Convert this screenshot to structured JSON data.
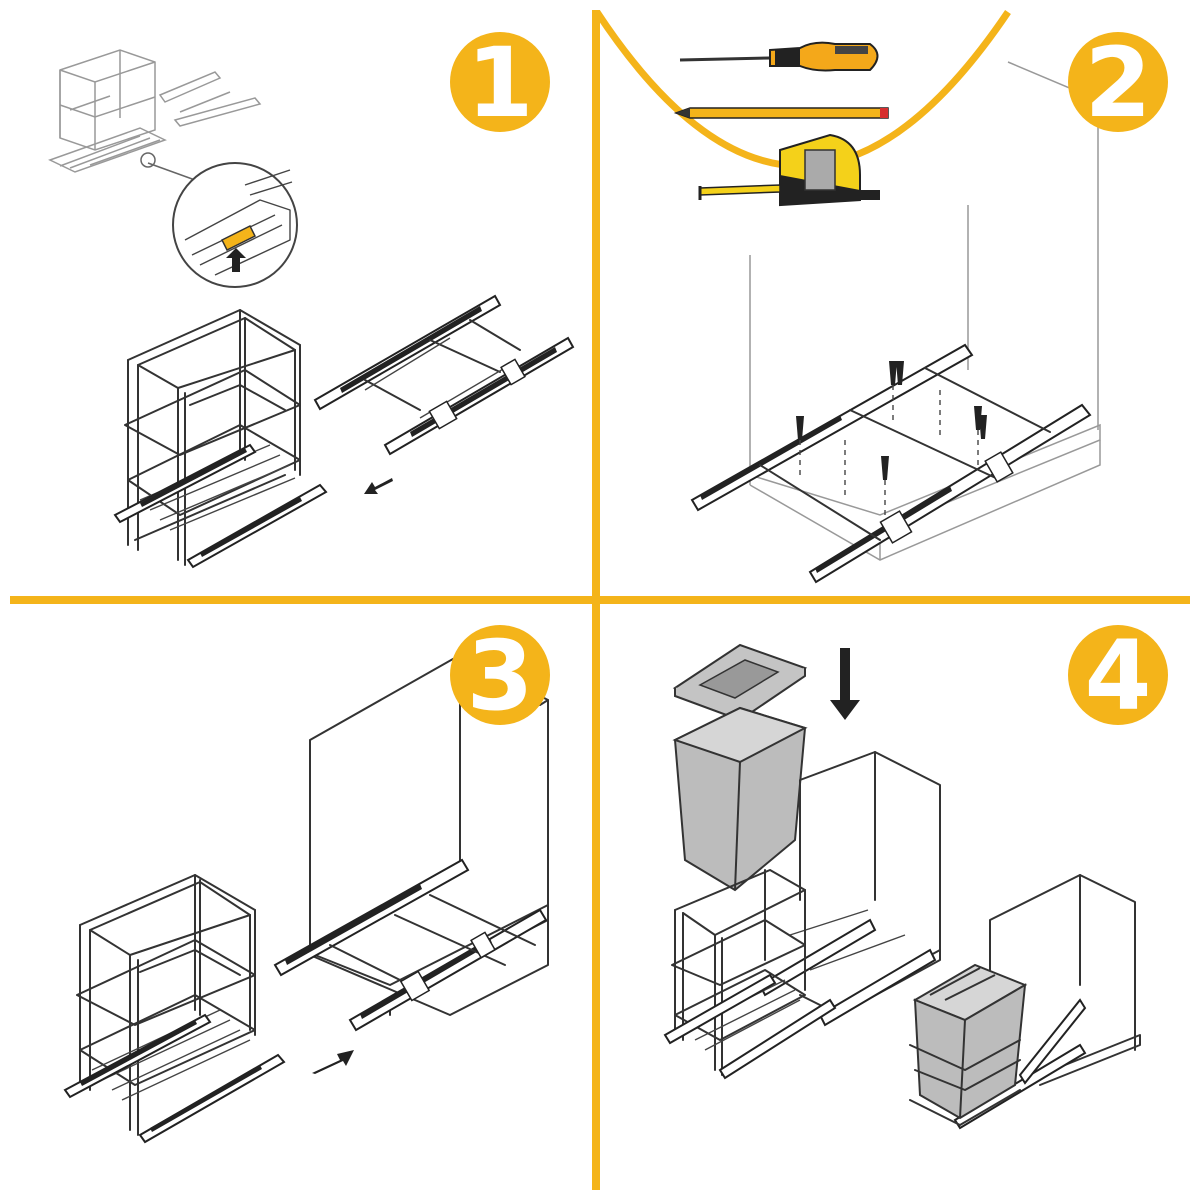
{
  "colors": {
    "accent": "#F4B41A",
    "line": "#333333",
    "bin_gray": "#BCBCBC"
  },
  "steps": [
    {
      "number": "1",
      "icons": [
        "wire-basket",
        "drawer-slide-pair",
        "release-latch-detail",
        "direction-arrow"
      ]
    },
    {
      "number": "2",
      "icons": [
        "screwdriver",
        "pencil",
        "tape-measure",
        "cabinet-frame",
        "drawer-slide-pair",
        "screws"
      ]
    },
    {
      "number": "3",
      "icons": [
        "wire-basket",
        "cabinet-side-panel",
        "drawer-slide-pair",
        "direction-arrow"
      ]
    },
    {
      "number": "4",
      "icons": [
        "waste-bin-lid",
        "waste-bin",
        "down-arrow",
        "wire-basket",
        "cabinet-assembled"
      ]
    }
  ]
}
